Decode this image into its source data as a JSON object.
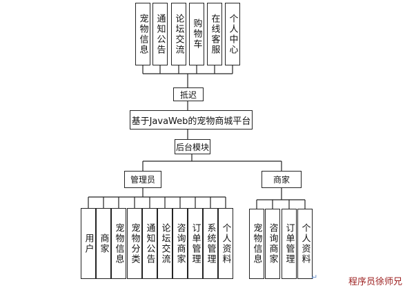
{
  "top_modules": [
    "宠物信息",
    "通知公告",
    "论坛交流",
    "购物车",
    "在线客服",
    "个人中心"
  ],
  "frontend_node": "抵迟",
  "platform_title": "基于JavaWeb的宠物商城平台",
  "backend_node": "后台模块",
  "admin_node": "管理员",
  "merchant_node": "商家",
  "admin_modules": [
    "用户",
    "商家",
    "宠物信息",
    "宠物分类",
    "通知公告",
    "论坛交流",
    "咨询商家",
    "订单管理",
    "系统管理",
    "个人资料"
  ],
  "merchant_modules": [
    "宠物信息",
    "咨询商家",
    "订单管理",
    "个人资料"
  ],
  "watermark": "程序员徐师兄",
  "return_mark": "↵"
}
